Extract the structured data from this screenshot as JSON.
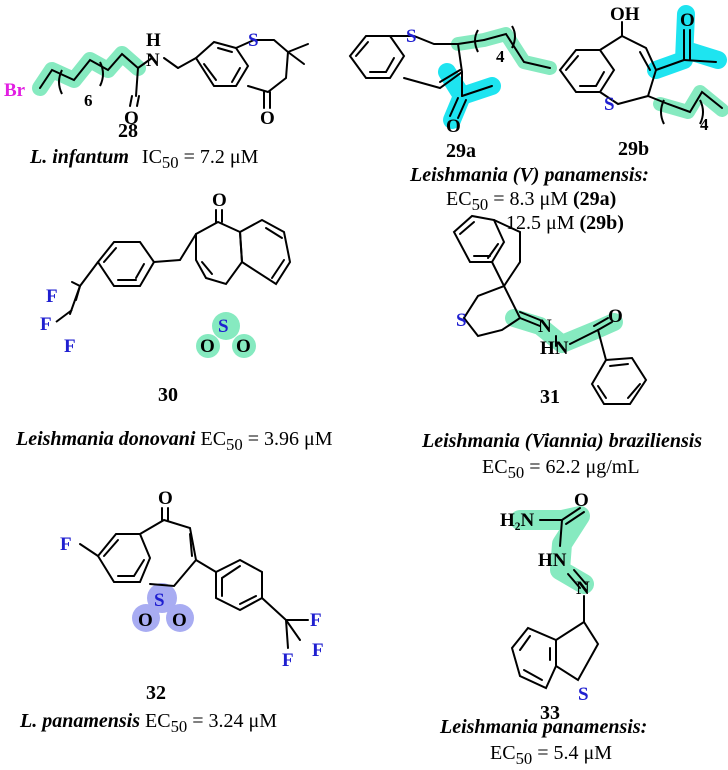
{
  "colors": {
    "highlight_green": "#86eac0",
    "highlight_cyan": "#1ee4f0",
    "highlight_blue": "#a8acf2",
    "sulfur": "#1f1fd0",
    "fluorine": "#1f1fd0",
    "bromine": "#e21fe2",
    "bond": "#000000"
  },
  "compounds": [
    {
      "id": "28",
      "atoms": {
        "br": "Br",
        "n": "N",
        "h": "H",
        "o1": "O",
        "s": "S",
        "o2": "O",
        "n_repeat": "6"
      },
      "organism": "L. infantum",
      "metric": "IC",
      "sub": "50",
      "value": " = 7.2 μM"
    },
    {
      "id": "29a",
      "atoms": {
        "s": "S",
        "o": "O",
        "n_repeat": "4"
      }
    },
    {
      "id": "29b",
      "atoms": {
        "oh": "OH",
        "o": "O",
        "s": "S",
        "n_repeat": "4"
      }
    },
    {
      "id": "30",
      "atoms": {
        "o": "O",
        "s": "S",
        "o2": "O",
        "o3": "O",
        "f1": "F",
        "f2": "F",
        "f3": "F"
      },
      "organism": "Leishmania donovani",
      "metric": "EC",
      "sub": "50",
      "value": " = 3.96 μM"
    },
    {
      "id": "31",
      "atoms": {
        "s": "S",
        "n": "N",
        "hn": "HN",
        "o": "O"
      },
      "organism": "Leishmania (Viannia) braziliensis",
      "value_line": "EC",
      "sub": "50",
      "value": " = 62.2 μg/mL"
    },
    {
      "id": "32",
      "atoms": {
        "o": "O",
        "f": "F",
        "s": "S",
        "o2": "O",
        "o3": "O",
        "f1": "F",
        "f2": "F",
        "f3": "F"
      },
      "organism": "L. panamensis",
      "metric": "EC",
      "sub": "50",
      "value": " = 3.24 μM"
    },
    {
      "id": "33",
      "atoms": {
        "h2n": "H₂N",
        "o": "O",
        "hn": "HN",
        "n": "N",
        "s": "S"
      },
      "organism": "Leishmania panamensis:",
      "metric": "EC",
      "sub": "50",
      "value": " = 5.4 μM"
    }
  ],
  "pair_29": {
    "organism": "Leishmania (V) panamensis:",
    "metric": "EC",
    "sub": "50",
    "value_a": " = 8.3 μM ",
    "ref_a": "(29a)",
    "value_b": "12.5 μM ",
    "ref_b": "(29b)"
  }
}
